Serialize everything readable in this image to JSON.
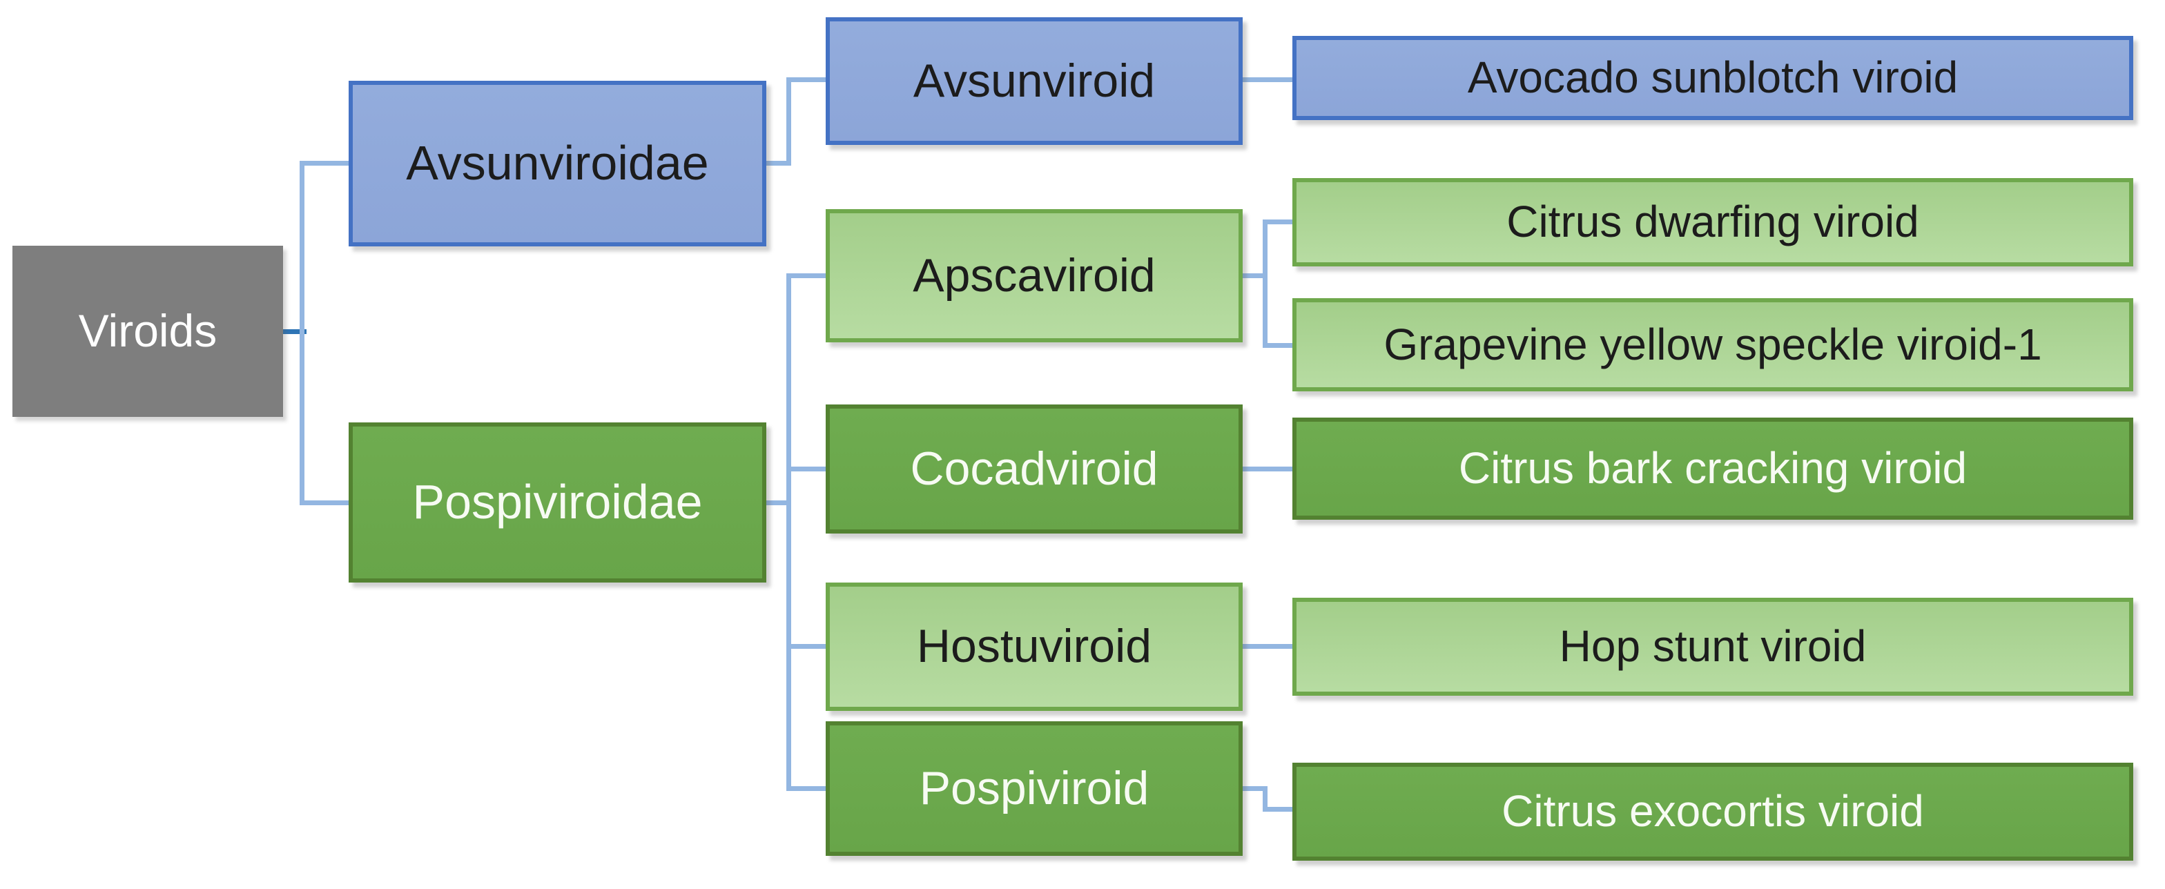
{
  "diagram": {
    "type": "taxonomy-tree",
    "root": {
      "label": "Viroids",
      "variant": "gray"
    },
    "families": [
      {
        "label": "Avsunviroidae",
        "variant": "blue",
        "genera": [
          {
            "label": "Avsunviroid",
            "variant": "blue",
            "species": [
              {
                "label": "Avocado sunblotch viroid",
                "variant": "blue"
              }
            ]
          }
        ]
      },
      {
        "label": "Pospiviroidae",
        "variant": "green",
        "genera": [
          {
            "label": "Apscaviroid",
            "variant": "green-light",
            "species": [
              {
                "label": "Citrus dwarfing viroid",
                "variant": "green-light"
              },
              {
                "label": "Grapevine yellow speckle viroid-1",
                "variant": "green-light"
              }
            ]
          },
          {
            "label": "Cocadviroid",
            "variant": "green",
            "species": [
              {
                "label": "Citrus bark cracking viroid",
                "variant": "green"
              }
            ]
          },
          {
            "label": "Hostuviroid",
            "variant": "green-light",
            "species": [
              {
                "label": "Hop stunt viroid",
                "variant": "green-light"
              }
            ]
          },
          {
            "label": "Pospiviroid",
            "variant": "green",
            "species": [
              {
                "label": "Citrus exocortis viroid",
                "variant": "green"
              }
            ]
          }
        ]
      }
    ],
    "colors": {
      "gray_fill": "#7E7E7E",
      "blue_fill": "#8FA9DC",
      "blue_border": "#4472C4",
      "green_fill": "#6BA84D",
      "green_border": "#538231",
      "green_light_fill": "#A9D18E",
      "green_light_border": "#6FA84C",
      "connector_light": "#93B6E1",
      "connector_dark": "#2E74B5",
      "text_dark": "#1C1C1C",
      "text_light": "#FFFFFF"
    }
  }
}
